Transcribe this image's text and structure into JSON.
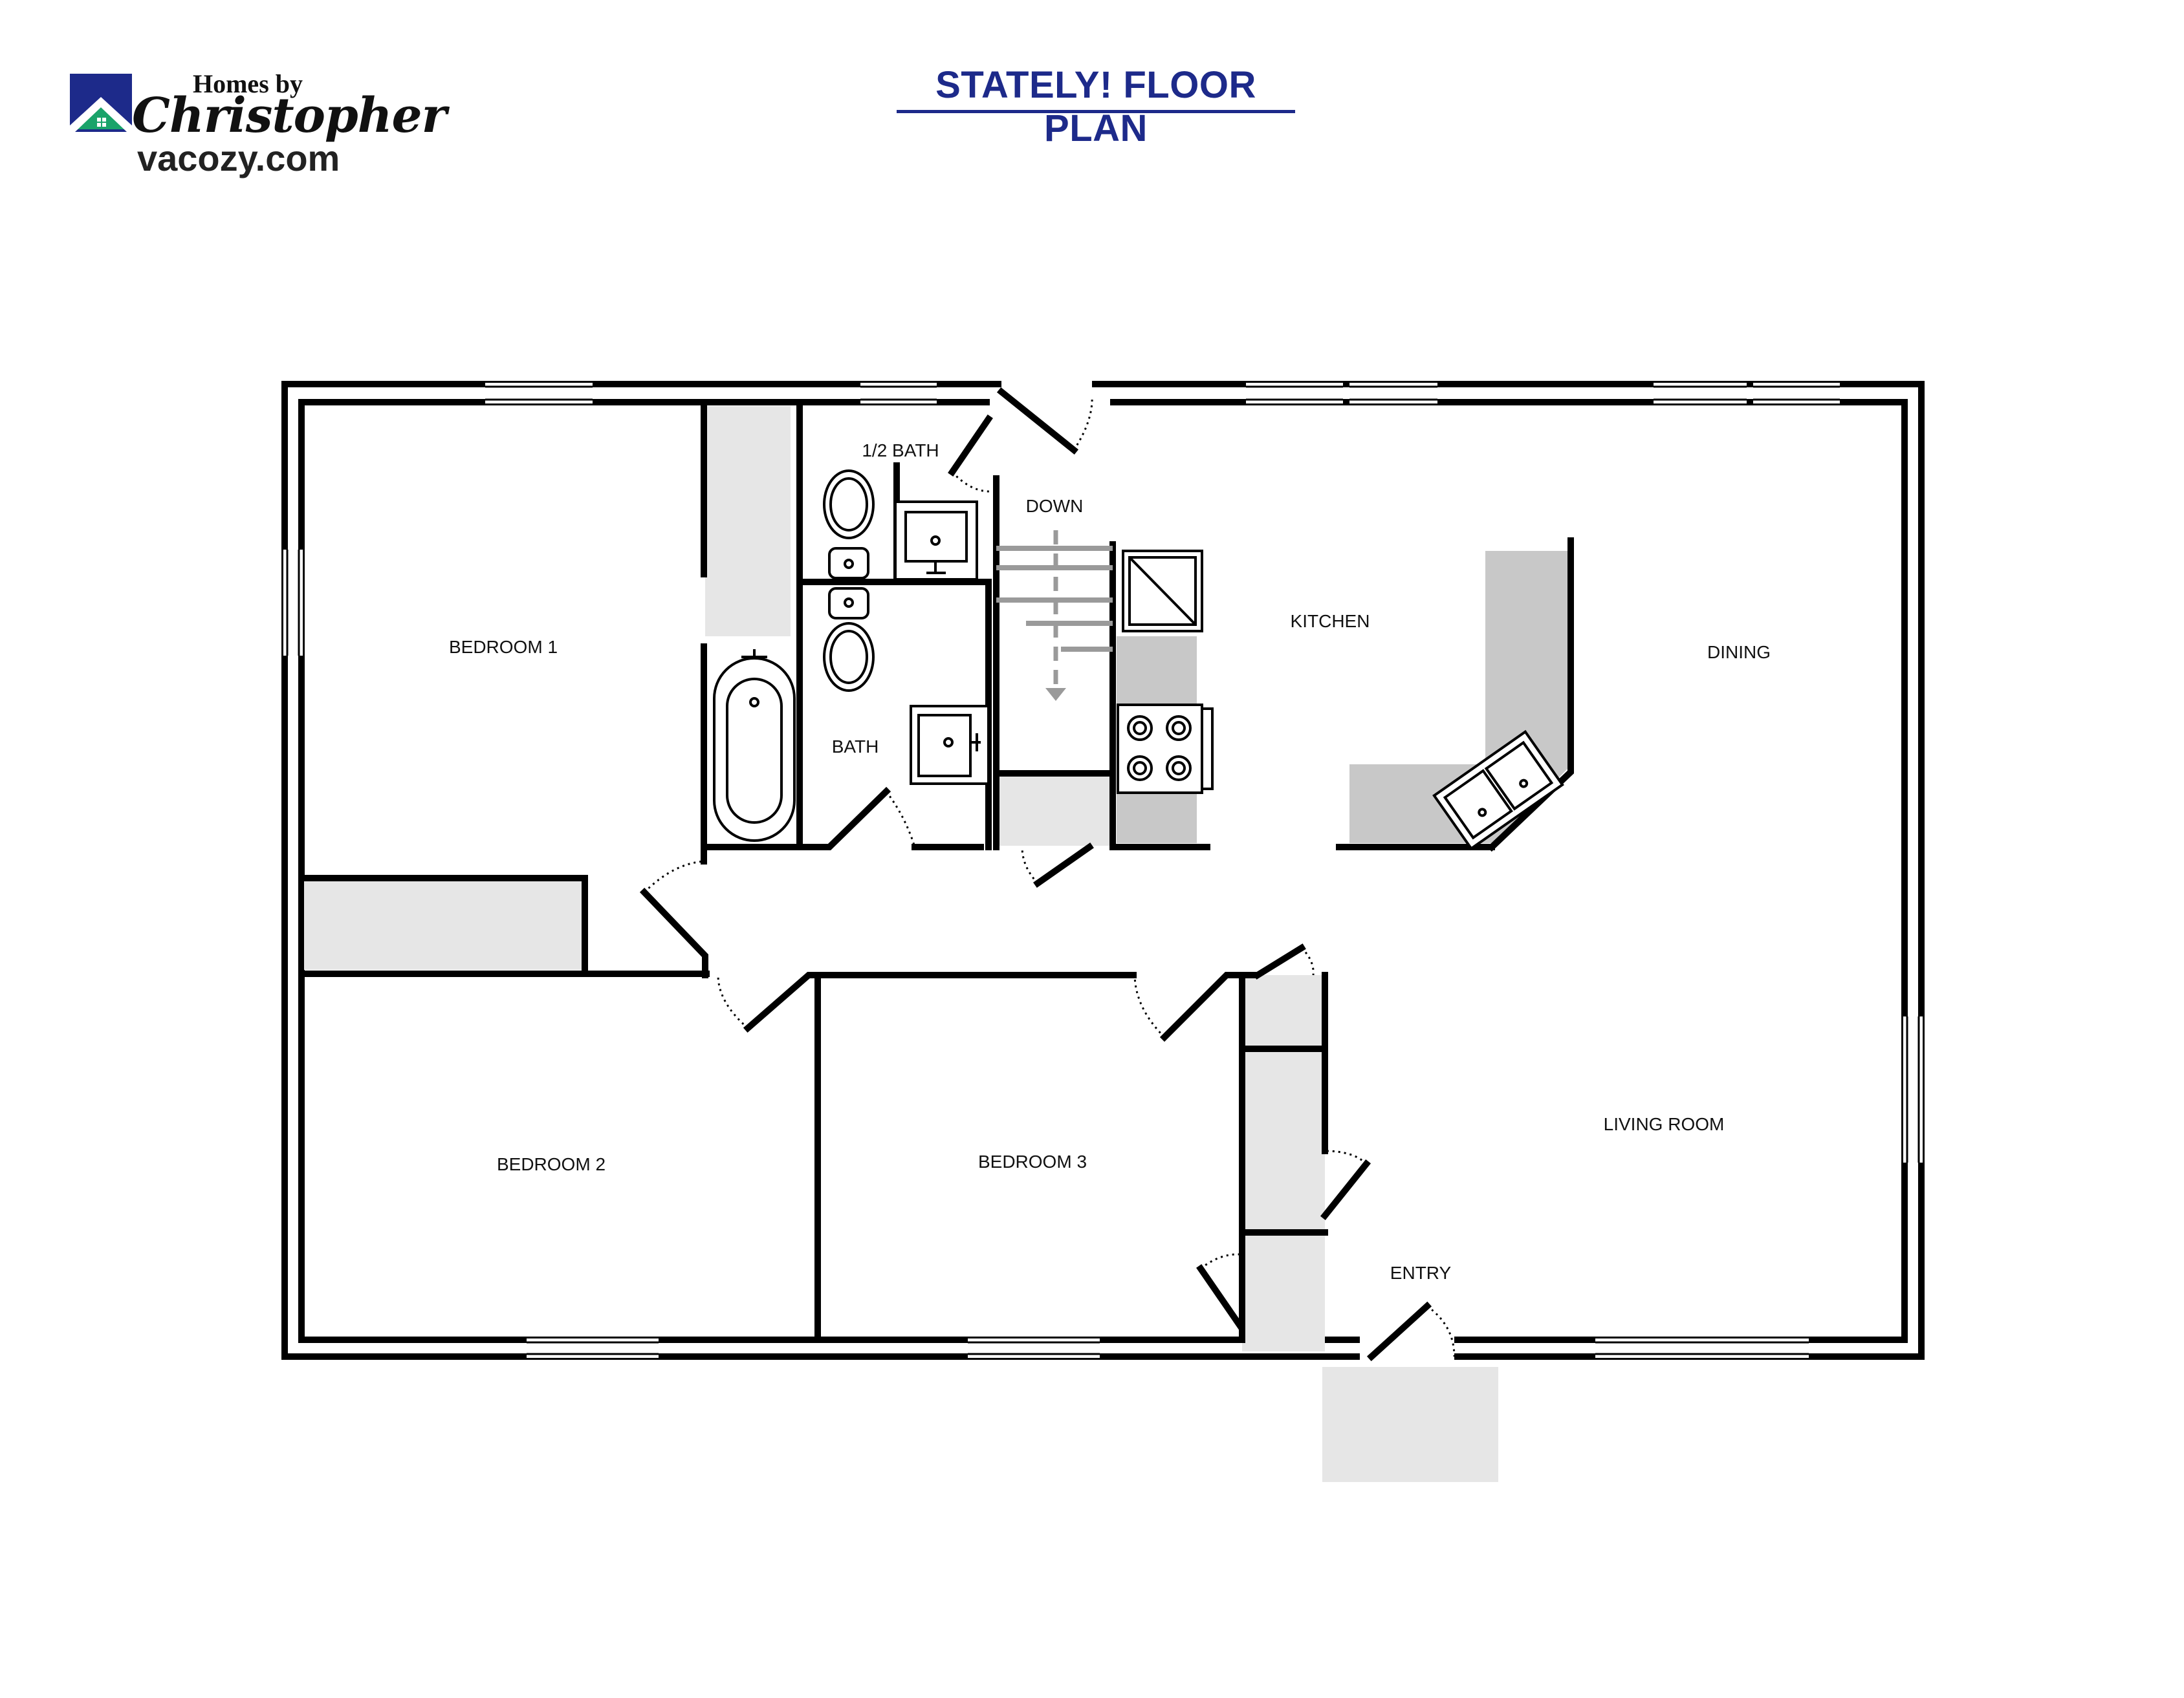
{
  "brand": {
    "line1": "Homes by",
    "line2": "Christopher",
    "url": "vacozy.com",
    "colors": {
      "roof": "#1d2a8a",
      "house": "#1aa36a"
    }
  },
  "title": "STATELY! FLOOR PLAN",
  "title_color": "#1d2a8a",
  "rooms": {
    "half_bath": "1/2 BATH",
    "down": "DOWN",
    "kitchen": "KITCHEN",
    "dining": "DINING",
    "bedroom1": "BEDROOM 1",
    "bath": "BATH",
    "bedroom2": "BEDROOM 2",
    "bedroom3": "BEDROOM 3",
    "living_room": "LIVING ROOM",
    "entry": "ENTRY"
  },
  "colors": {
    "wall": "#000000",
    "fixture_fill": "#e6e6e6",
    "counter_fill": "#c8c8c8",
    "stair": "#9a9a9a"
  }
}
